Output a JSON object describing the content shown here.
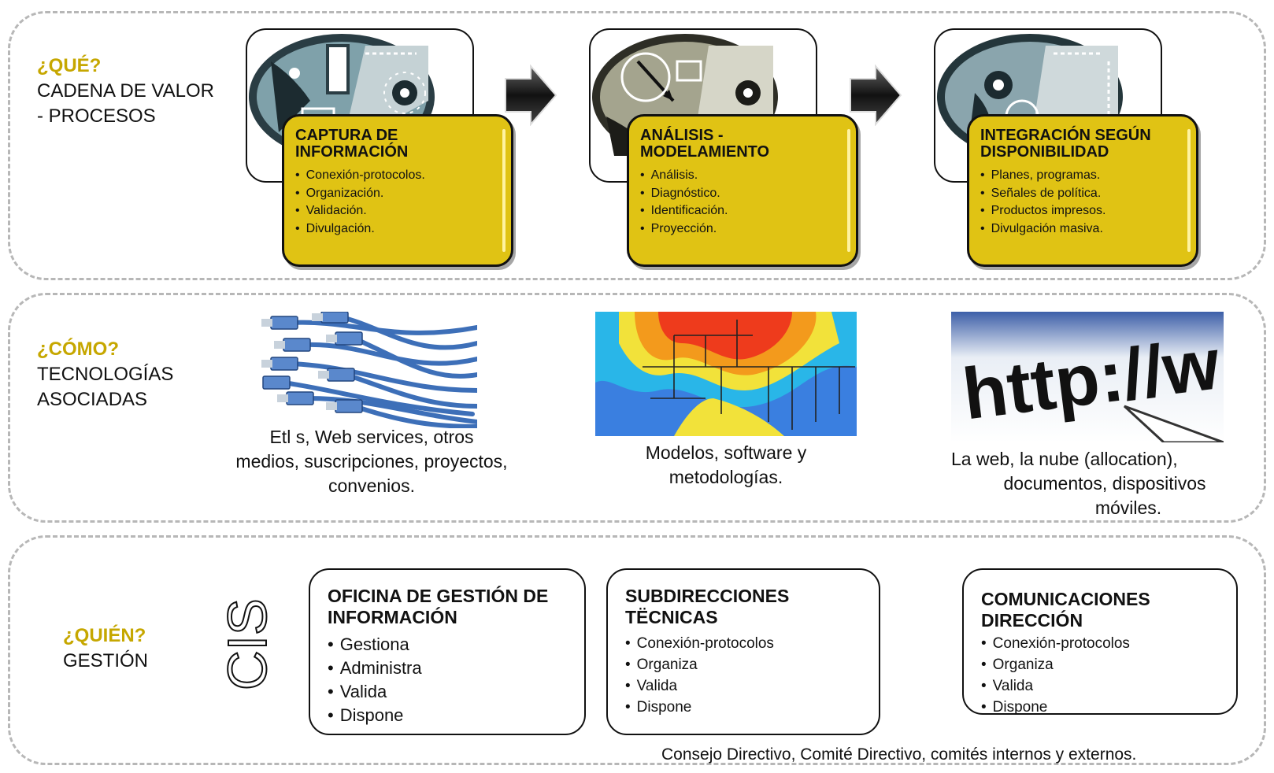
{
  "colors": {
    "accent": "#c6a700",
    "box_yellow": "#e0c314",
    "dash": "#b7b7b7"
  },
  "row1": {
    "keyword": "¿QUÉ?",
    "lines": [
      "CADENA DE VALOR",
      "- PROCESOS"
    ],
    "steps": [
      {
        "title": "CAPTURA DE INFORMACIÓN",
        "items": [
          "Conexión-protocolos.",
          "Organización.",
          "Validación.",
          "Divulgación."
        ],
        "icon": "clipart-capture-icon"
      },
      {
        "title": "ANÁLISIS - MODELAMIENTO",
        "items": [
          "Análisis.",
          "Diagnóstico.",
          "Identificación.",
          "Proyección."
        ],
        "icon": "clipart-clock-icon"
      },
      {
        "title": "INTEGRACIÓN SEGÚN DISPONIBILIDAD",
        "items": [
          "Planes, programas.",
          "Señales de política.",
          "Productos impresos.",
          "Divulgación masiva."
        ],
        "icon": "clipart-gears-icon"
      }
    ],
    "arrows": [
      "right-arrow-icon",
      "right-arrow-icon"
    ]
  },
  "row2": {
    "keyword": "¿CÓMO?",
    "lines": [
      "TECNOLOGÍAS",
      "ASOCIADAS"
    ],
    "captions": [
      [
        "Etl s, Web services, otros",
        "medios, suscripciones, proyectos,",
        "convenios."
      ],
      [
        "Modelos, software y",
        "metodologías."
      ],
      [
        "La web, la nube (allocation),",
        "documentos, dispositivos",
        "móviles."
      ]
    ],
    "images": [
      "usb-cables-image",
      "heatmap-network-image",
      "http-browser-image"
    ],
    "http_text": "http://w"
  },
  "row3": {
    "keyword": "¿QUIÉN?",
    "lines": [
      "GESTIÓN"
    ],
    "cis_label": "CIS",
    "boxes": [
      {
        "title": "OFICINA DE GESTIÓN DE INFORMACIÓN",
        "items": [
          "Gestiona",
          "Administra",
          "Valida",
          "Dispone"
        ]
      },
      {
        "title": "SUBDIRECCIONES TËCNICAS",
        "items": [
          "Conexión-protocolos",
          "Organiza",
          "Valida",
          "Dispone"
        ]
      },
      {
        "title": "COMUNICACIONES DIRECCIÓN",
        "items": [
          "Conexión-protocolos",
          "Organiza",
          "Valida",
          "Dispone"
        ]
      }
    ],
    "footer": "Consejo Directivo, Comité Directivo, comités internos y externos."
  }
}
